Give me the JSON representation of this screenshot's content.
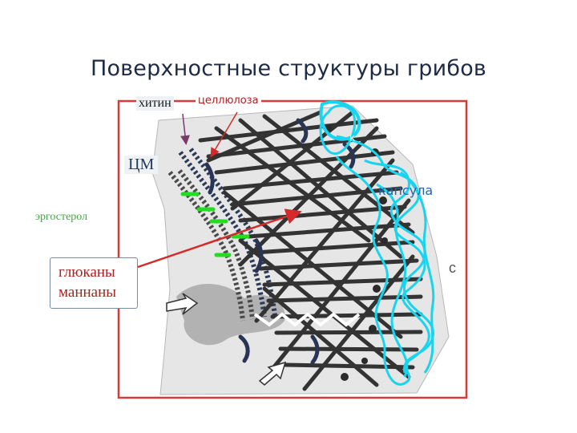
{
  "title": "Поверхностные структуры грибов",
  "labels": {
    "chitin": "хитин",
    "cellulose": "целлюлоза",
    "cm": "ЦМ",
    "ergosterol": "эргостерол",
    "glucans": "глюканы",
    "mannans": "маннаны",
    "capsule": "капсула",
    "k": "к"
  },
  "colors": {
    "frame": "#d83a3a",
    "arrow": "#d42a2a",
    "capsule": "#19d4ee",
    "ergosterol": "#22dd22",
    "membrane": "#3b4a6b",
    "fibers": "#3a3a3a",
    "background_tissue": "#e8e8e8"
  }
}
